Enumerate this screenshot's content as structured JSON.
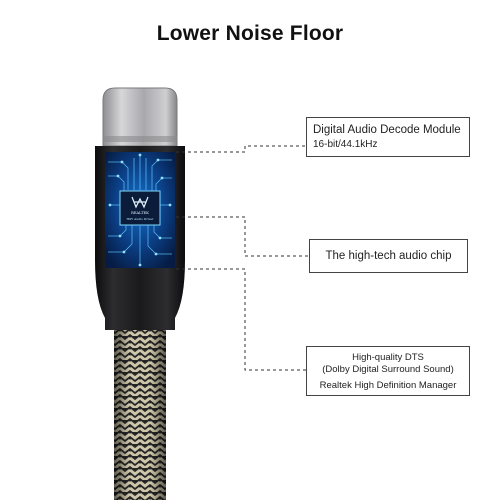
{
  "title": "Lower Noise Floor",
  "callouts": {
    "decode": {
      "line1": "Digital Audio Decode Module",
      "line2": "16-bit/44.1kHz"
    },
    "chip": {
      "label": "The high-tech audio chip"
    },
    "dts": {
      "line1": "High-quality DTS",
      "line2": "(Dolby Digital Surround Sound)",
      "line3": "Realtek High Definition Manager"
    }
  },
  "chip_logo": {
    "brand": "REALTEK",
    "sub": "HiFi Audio Driver"
  },
  "colors": {
    "connector_silver": "#b9b9bd",
    "housing_dark": "#1b1b1d",
    "circuit_blue": "#1e90e0",
    "circuit_glow": "#6fd3ff",
    "braid_light": "#c9c2a6",
    "braid_dark": "#2a2a2a",
    "callout_border": "#444444",
    "dashed_line": "#333333"
  }
}
